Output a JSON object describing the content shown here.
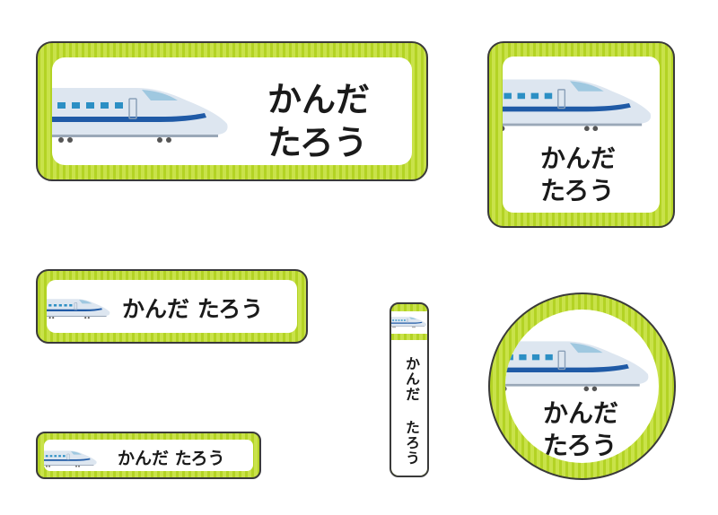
{
  "name_line1": "かんだ",
  "name_line2": "たろう",
  "name_full": "かんだ たろう",
  "colors": {
    "stripe_light": "#c9e24a",
    "stripe_dark": "#b3d324",
    "border": "#3a3a3a",
    "train_body": "#dde6f0",
    "train_stripe": "#1f5aa6",
    "window": "#2c8fc4"
  },
  "icons": [
    "shinkansen-train-icon"
  ]
}
